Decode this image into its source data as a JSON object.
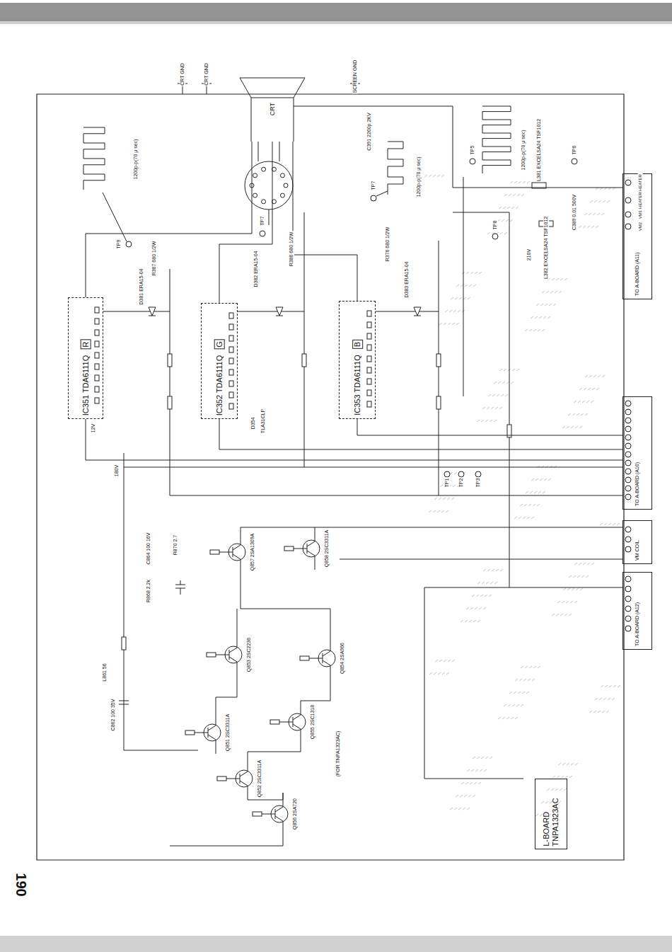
{
  "diagram": {
    "nodes": [
      {
        "text": [
          "IC351 TDA6111Q",
          "R"
        ]
      },
      {
        "text": [
          "IC352 TDA6111Q",
          "G"
        ]
      },
      {
        "text": [
          "IC353 TDA6111Q",
          "B"
        ]
      },
      {
        "text": [
          "CRT"
        ]
      },
      {
        "text": [
          "TO A-BOARD (A11)"
        ]
      },
      {
        "text": [
          "TO A-BOARD (A10)"
        ]
      },
      {
        "text": [
          "VM COIL"
        ]
      },
      {
        "text": [
          "TO A-BOARD (A12)"
        ]
      },
      {
        "text": [
          "L-BOARD TNPA1323AC"
        ]
      }
    ],
    "edges": [
      {
        "from": 0,
        "to": 3,
        "arrow": "none"
      },
      {
        "from": 1,
        "to": 3,
        "arrow": "none"
      },
      {
        "from": 2,
        "to": 3,
        "arrow": "none"
      },
      {
        "from": 5,
        "to": 0,
        "arrow": "none"
      },
      {
        "from": 5,
        "to": 1,
        "arrow": "none"
      },
      {
        "from": 5,
        "to": 2,
        "arrow": "none"
      },
      {
        "from": 4,
        "to": 3,
        "arrow": "none"
      }
    ],
    "labels": [
      "CRT GND",
      "CRT GND",
      "SCREEN GND",
      "TP9",
      "1200p-p(70 μ sec)",
      "TP7",
      "TP7",
      "1200p-p(70 μ sec)",
      "TP5",
      "1200p-p(70 μ sec)",
      "TP6",
      "C391 2200p 2KV",
      "L381 EXCELSA24 TSF1012",
      "C389 0.01 500V",
      "L382 EXCELSA24 TSF1012",
      "210V",
      "TP8",
      "HEATER",
      "HEATER",
      "VM1",
      "VM2",
      "R367 680 1/2W",
      "R386 680 1/2W",
      "R376 680 1/2W",
      "D381 ERA15-04",
      "D382 ERA15-04",
      "D383 ERA15-04",
      "12V",
      "180V",
      "D354",
      "TLA31CLP",
      "TP1",
      "TP2",
      "TP3",
      "Q857 2SA1309A",
      "Q858 2SC3311A",
      "Q853 2SC2236",
      "Q854 2SA966",
      "Q851 2SC3311A",
      "Q855 2SC1318",
      "Q852 2SC3311A",
      "Q856 2SA720",
      "R868 2.2k",
      "R870 2.7",
      "C864 100 16V",
      "C862 100 35V",
      "L861 56",
      "(FOR TNPA1323AC)",
      "190"
    ]
  }
}
